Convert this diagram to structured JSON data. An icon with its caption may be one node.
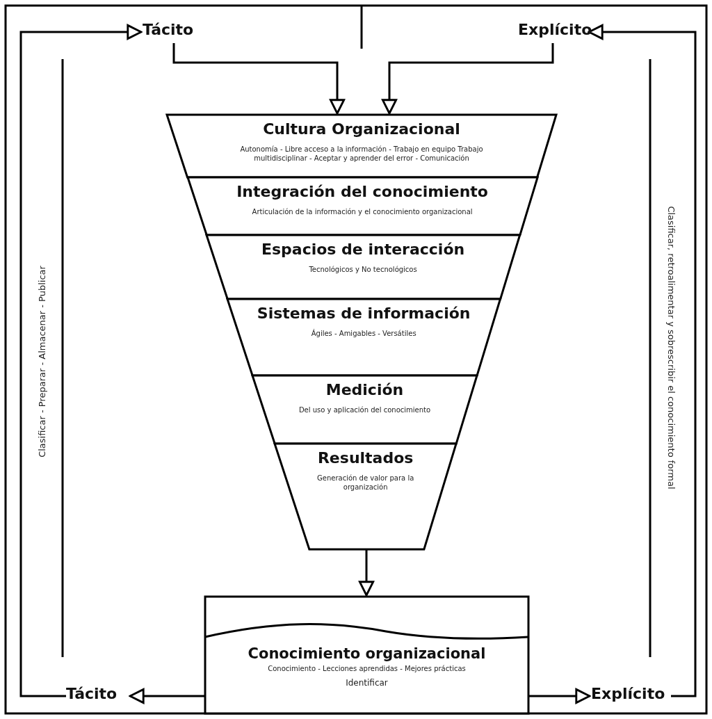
{
  "diagram": {
    "nodes": [
      {
        "text": [
          "Cultura Organizacional",
          "Autonomía - Libre acceso a la información - Trabajo en equipo Trabajo multidisciplinar - Aceptar y aprender del error - Comunicación"
        ]
      },
      {
        "text": [
          "Integración del conocimiento",
          "Articulación de la información y el conocimiento organizacional"
        ]
      },
      {
        "text": [
          "Espacios de interacción",
          "Tecnológicos y No tecnológicos"
        ]
      },
      {
        "text": [
          "Sistemas de información",
          "Ágiles - Amigables - Versátiles"
        ]
      },
      {
        "text": [
          "Medición",
          "Del uso y aplicación del conocimiento"
        ]
      },
      {
        "text": [
          "Resultados",
          "Generación de valor para la organización"
        ]
      },
      {
        "text": [
          "Conocimiento organizacional",
          "Conocimiento - Lecciones aprendidas - Mejores prácticas",
          "Identificar"
        ]
      },
      {
        "text": [
          "Tácito"
        ]
      },
      {
        "text": [
          "Explícito"
        ]
      },
      {
        "text": [
          "Tácito"
        ]
      },
      {
        "text": [
          "Explícito"
        ]
      }
    ],
    "edges": [
      {
        "from": 5,
        "to": 6,
        "arrow": "to"
      },
      {
        "from": 6,
        "to": 9,
        "arrow": "to"
      },
      {
        "from": 6,
        "to": 10,
        "arrow": "to"
      },
      {
        "from": 9,
        "to": 7,
        "arrow": "to",
        "label": "Clasificar - Preparar - Almacenar - Publicar"
      },
      {
        "from": 10,
        "to": 8,
        "arrow": "to",
        "label": "Clasificar, retroalimentar y sobrescribir el conocimiento formal"
      },
      {
        "from": 7,
        "to": 0,
        "arrow": "to"
      },
      {
        "from": 8,
        "to": 0,
        "arrow": "to"
      }
    ]
  }
}
